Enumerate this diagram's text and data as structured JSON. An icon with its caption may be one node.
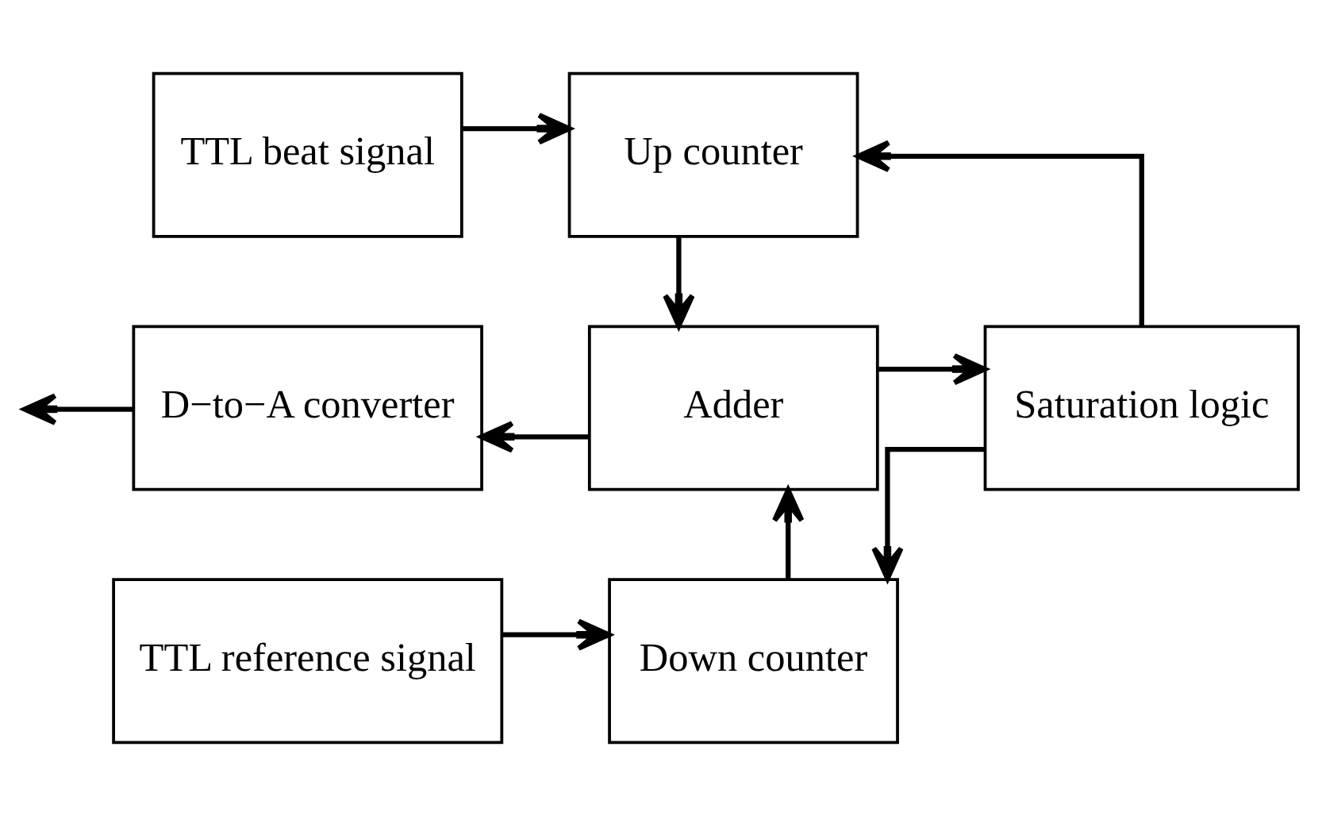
{
  "diagram": {
    "nodes": [
      {
        "text": [
          "TTL beat signal"
        ]
      },
      {
        "text": [
          "Up counter"
        ]
      },
      {
        "text": [
          "D−to−A converter"
        ]
      },
      {
        "text": [
          "Adder"
        ]
      },
      {
        "text": [
          "Saturation logic"
        ]
      },
      {
        "text": [
          "TTL reference signal"
        ]
      },
      {
        "text": [
          "Down counter"
        ]
      }
    ],
    "edges": [
      {
        "from": 0,
        "to": 1,
        "arrow": "to"
      },
      {
        "from": 1,
        "to": 3,
        "arrow": "to"
      },
      {
        "from": 3,
        "to": 2,
        "arrow": "to"
      },
      {
        "from": 2,
        "to": null,
        "arrow": "to"
      },
      {
        "from": 3,
        "to": 4,
        "arrow": "to"
      },
      {
        "from": 4,
        "to": 1,
        "arrow": "to"
      },
      {
        "from": 4,
        "to": 6,
        "arrow": "to"
      },
      {
        "from": 5,
        "to": 6,
        "arrow": "to"
      },
      {
        "from": 6,
        "to": 3,
        "arrow": "to"
      }
    ]
  }
}
